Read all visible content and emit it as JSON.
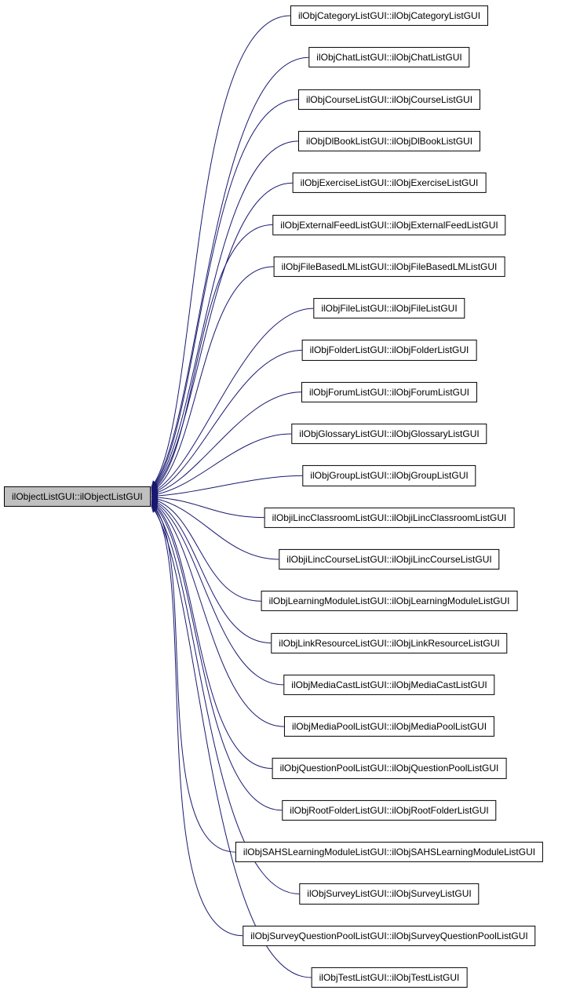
{
  "diagram": {
    "type": "inheritance-graph",
    "background": "#ffffff",
    "edge_color": "#191970",
    "node_border_color": "#000000",
    "node_fill": "#ffffff",
    "base_node": {
      "label": "ilObjectListGUI::ilObjectListGUI",
      "fill": "#c0c0c0"
    },
    "derived_nodes": [
      "ilObjCategoryListGUI::ilObjCategoryListGUI",
      "ilObjChatListGUI::ilObjChatListGUI",
      "ilObjCourseListGUI::ilObjCourseListGUI",
      "ilObjDlBookListGUI::ilObjDlBookListGUI",
      "ilObjExerciseListGUI::ilObjExerciseListGUI",
      "ilObjExternalFeedListGUI::ilObjExternalFeedListGUI",
      "ilObjFileBasedLMListGUI::ilObjFileBasedLMListGUI",
      "ilObjFileListGUI::ilObjFileListGUI",
      "ilObjFolderListGUI::ilObjFolderListGUI",
      "ilObjForumListGUI::ilObjForumListGUI",
      "ilObjGlossaryListGUI::ilObjGlossaryListGUI",
      "ilObjGroupListGUI::ilObjGroupListGUI",
      "ilObjiLincClassroomListGUI::ilObjiLincClassroomListGUI",
      "ilObjiLincCourseListGUI::ilObjiLincCourseListGUI",
      "ilObjLearningModuleListGUI::ilObjLearningModuleListGUI",
      "ilObjLinkResourceListGUI::ilObjLinkResourceListGUI",
      "ilObjMediaCastListGUI::ilObjMediaCastListGUI",
      "ilObjMediaPoolListGUI::ilObjMediaPoolListGUI",
      "ilObjQuestionPoolListGUI::ilObjQuestionPoolListGUI",
      "ilObjRootFolderListGUI::ilObjRootFolderListGUI",
      "ilObjSAHSLearningModuleListGUI::ilObjSAHSLearningModuleListGUI",
      "ilObjSurveyListGUI::ilObjSurveyListGUI",
      "ilObjSurveyQuestionPoolListGUI::ilObjSurveyQuestionPoolListGUI",
      "ilObjTestListGUI::ilObjTestListGUI"
    ]
  }
}
